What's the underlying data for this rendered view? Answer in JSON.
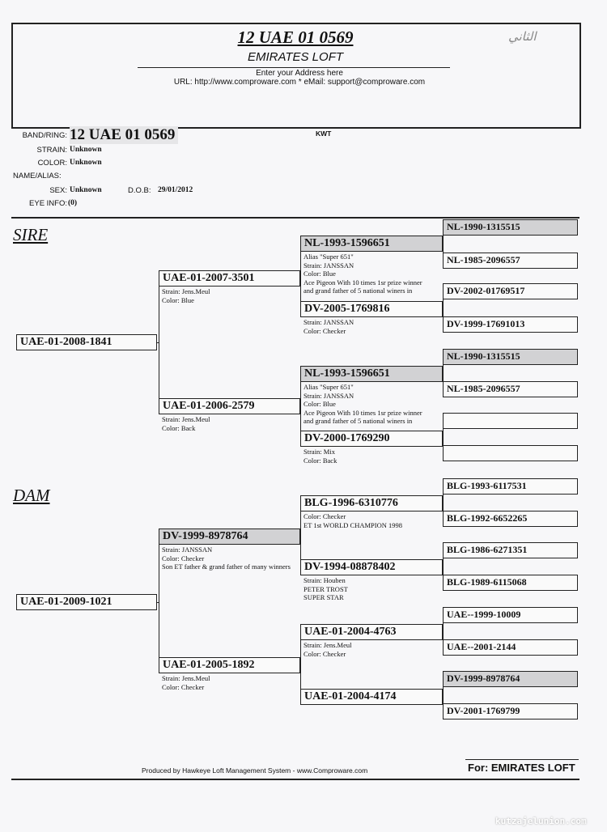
{
  "header": {
    "title": "12 UAE 01 0569",
    "loft": "EMIRATES LOFT",
    "address": "Enter your Address here",
    "contact": "URL: http://www.comproware.com * eMail: support@comproware.com",
    "handwriting": "الثاني"
  },
  "info": {
    "band_label": "BAND/RING:",
    "band": "12 UAE 01 0569",
    "country": "KWT",
    "strain_label": "STRAIN:",
    "strain": "Unknown",
    "color_label": "COLOR:",
    "color": "Unknown",
    "name_label": "NAME/ALIAS:",
    "sex_label": "SEX:",
    "sex": "Unknown",
    "dob_label": "D.O.B:",
    "dob": "29/01/2012",
    "eye_label": "EYE INFO:",
    "eye": "(0)"
  },
  "sections": {
    "sire": "SIRE",
    "dam": "DAM"
  },
  "pedigree": {
    "gen1": [
      {
        "ring": "UAE-01-2008-1841",
        "details": []
      },
      {
        "ring": "UAE-01-2009-1021",
        "details": []
      }
    ],
    "gen2": [
      {
        "ring": "UAE-01-2007-3501",
        "details": [
          "Strain: Jens.Meul",
          "Color: Blue"
        ]
      },
      {
        "ring": "UAE-01-2006-2579",
        "details": [
          "Strain: Jens.Meul",
          "Color: Back"
        ]
      },
      {
        "ring": "DV-1999-8978764",
        "highlight": true,
        "details": [
          "Strain: JANSSAN",
          "Color: Checker",
          "Son ET father & grand father of many winners"
        ]
      },
      {
        "ring": "UAE-01-2005-1892",
        "details": [
          "Strain: Jens.Meul",
          "Color: Checker"
        ]
      }
    ],
    "gen3": [
      {
        "ring": "NL-1993-1596651",
        "highlight": true,
        "details": [
          "Alias \"Super 651\"",
          "Strain: JANSSAN",
          "Color: Blue",
          "Ace Pigeon With 10 times 1sr prize winner",
          "and grand father of 5 national winers in"
        ]
      },
      {
        "ring": "DV-2005-1769816",
        "details": [
          "Strain: JANSSAN",
          "Color: Checker"
        ]
      },
      {
        "ring": "NL-1993-1596651",
        "highlight": true,
        "details": [
          "Alias \"Super 651\"",
          "Strain: JANSSAN",
          "Color: Blue",
          "Ace Pigeon With 10 times 1sr prize winner",
          "and grand father of 5 national winers in"
        ]
      },
      {
        "ring": "DV-2000-1769290",
        "details": [
          "Strain: Mix",
          "Color: Back"
        ]
      },
      {
        "ring": "BLG-1996-6310776",
        "details": [
          "Color: Checker",
          "ET   1st WORLD CHAMPION 1998"
        ]
      },
      {
        "ring": "DV-1994-08878402",
        "details": [
          "Strain: Houben",
          "PETER TROST",
          "SUPER STAR"
        ]
      },
      {
        "ring": "UAE-01-2004-4763",
        "details": [
          "Strain: Jens.Meul",
          "Color: Checker"
        ]
      },
      {
        "ring": "UAE-01-2004-4174",
        "details": []
      }
    ],
    "gen4": [
      {
        "ring": "NL-1990-1315515",
        "highlight": true
      },
      {
        "ring": "NL-1985-2096557"
      },
      {
        "ring": "DV-2002-01769517"
      },
      {
        "ring": "DV-1999-17691013"
      },
      {
        "ring": "NL-1990-1315515",
        "highlight": true
      },
      {
        "ring": "NL-1985-2096557"
      },
      {
        "ring": ""
      },
      {
        "ring": ""
      },
      {
        "ring": "BLG-1993-6117531"
      },
      {
        "ring": "BLG-1992-6652265"
      },
      {
        "ring": "BLG-1986-6271351"
      },
      {
        "ring": "BLG-1989-6115068"
      },
      {
        "ring": "UAE--1999-10009"
      },
      {
        "ring": "UAE--2001-2144"
      },
      {
        "ring": "DV-1999-8978764",
        "highlight": true
      },
      {
        "ring": "DV-2001-1769799"
      }
    ]
  },
  "footer": {
    "produced": "Produced by Hawkeye Loft Management System - www.Comproware.com",
    "for": "For: EMIRATES LOFT",
    "watermark": "kutzajelunion.com"
  }
}
